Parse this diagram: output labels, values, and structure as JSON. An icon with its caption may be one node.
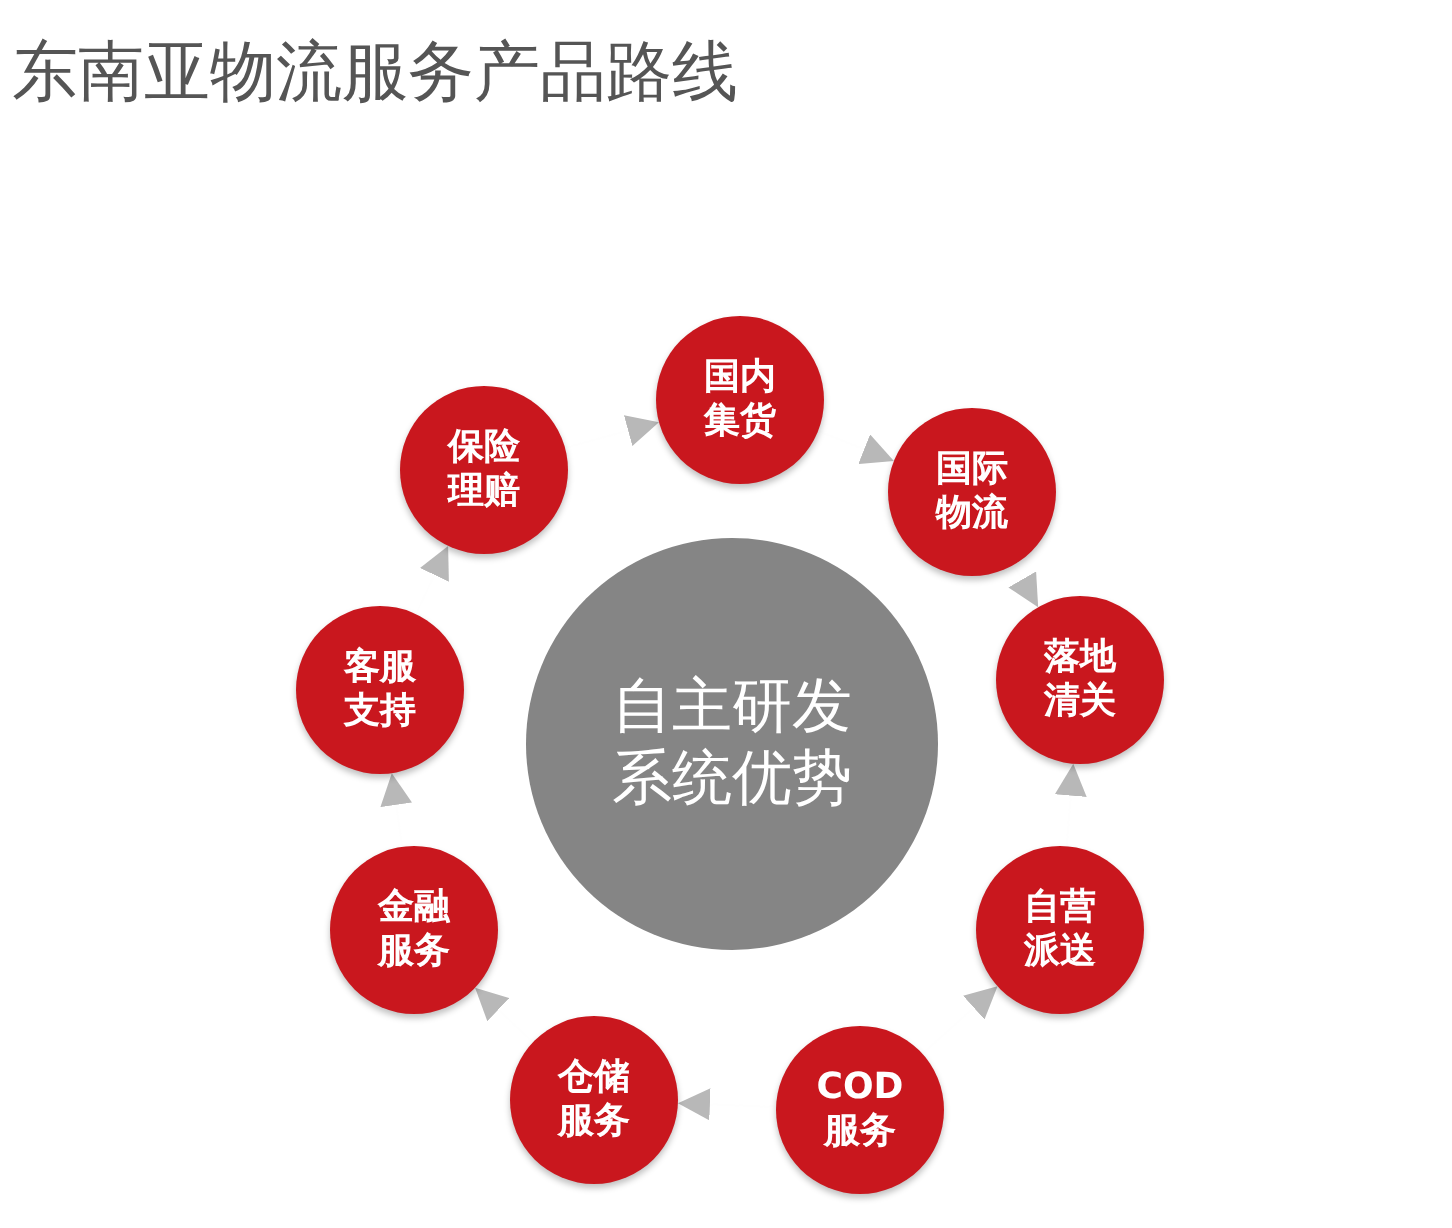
{
  "diagram": {
    "title": "东南亚物流服务产品路线",
    "nodes": [
      {
        "text": [
          "自主研发系统优势"
        ]
      },
      {
        "text": [
          "国内集货"
        ]
      },
      {
        "text": [
          "国际物流"
        ]
      },
      {
        "text": [
          "落地清关"
        ]
      },
      {
        "text": [
          "自营派送"
        ]
      },
      {
        "text": [
          "COD服务"
        ]
      },
      {
        "text": [
          "仓储服务"
        ]
      },
      {
        "text": [
          "金融服务"
        ]
      },
      {
        "text": [
          "客服支持"
        ]
      },
      {
        "text": [
          "保险理赔"
        ]
      }
    ],
    "edges": [
      {
        "from": 9,
        "to": 1,
        "arrow": "to"
      },
      {
        "from": 1,
        "to": 2,
        "arrow": "to"
      },
      {
        "from": 2,
        "to": 3,
        "arrow": "to"
      },
      {
        "from": 4,
        "to": 3,
        "arrow": "to"
      },
      {
        "from": 5,
        "to": 4,
        "arrow": "to"
      },
      {
        "from": 5,
        "to": 6,
        "arrow": "to"
      },
      {
        "from": 6,
        "to": 7,
        "arrow": "to"
      },
      {
        "from": 7,
        "to": 8,
        "arrow": "to"
      },
      {
        "from": 8,
        "to": 9,
        "arrow": "to"
      }
    ]
  }
}
